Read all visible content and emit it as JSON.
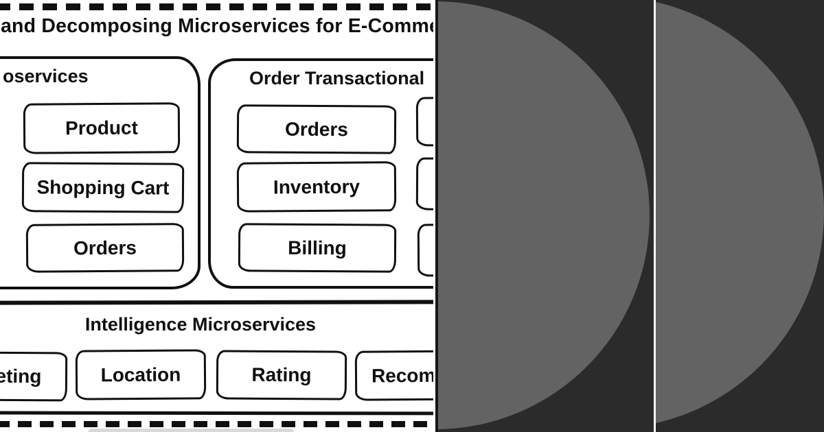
{
  "title": "and Decomposing Microservices for E-Comme",
  "panels": {
    "core": {
      "heading": "oservices",
      "boxes": [
        "Product",
        "Shopping Cart",
        "Orders"
      ]
    },
    "order": {
      "heading": "Order Transactional",
      "boxes": [
        "Orders",
        "Inventory",
        "Billing"
      ]
    },
    "intelligence": {
      "heading": "Intelligence Microservices",
      "boxes": [
        "eting",
        "Location",
        "Rating",
        "Recom"
      ]
    }
  },
  "colors": {
    "ink": "#101010",
    "paper": "#ffffff",
    "card_bg": "#2b2b2b",
    "card_circle": "#636363",
    "card_edge": "#161616",
    "scroll_pill": "#d9d9d9"
  }
}
